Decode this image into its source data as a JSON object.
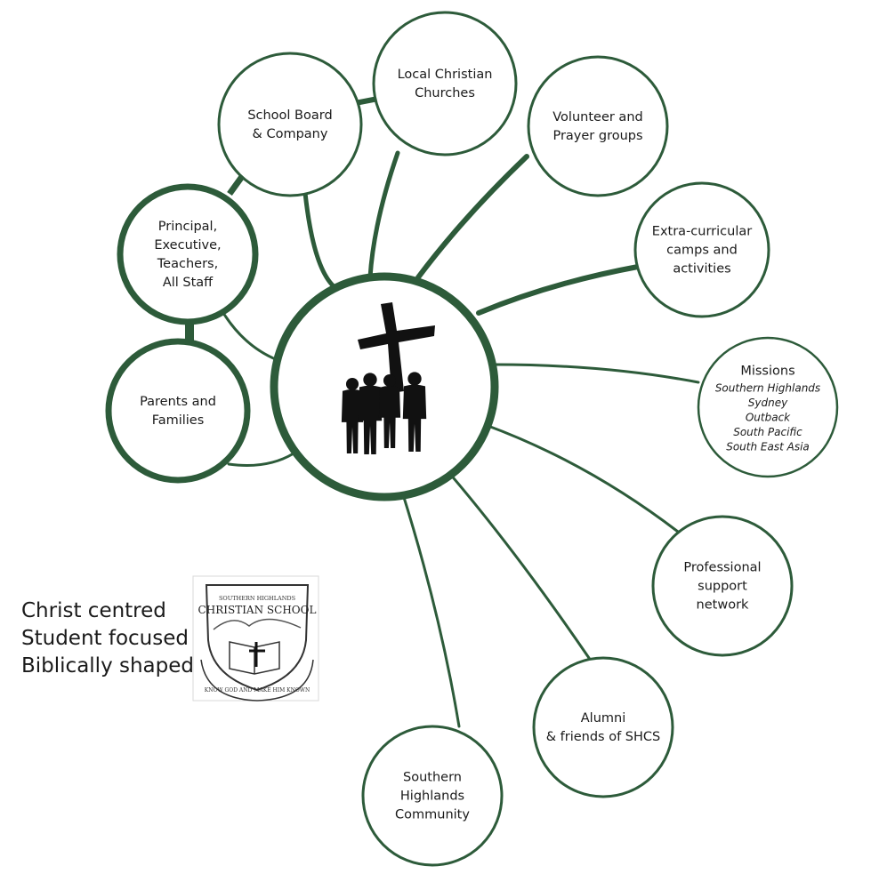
{
  "diagram": {
    "accent_color": "#2d5b3a",
    "center": {
      "icon": "cross-with-students-silhouette-icon"
    },
    "nodes": [
      {
        "id": "school-board",
        "lines": [
          "School Board",
          "& Company"
        ]
      },
      {
        "id": "local-churches",
        "lines": [
          "Local Christian",
          "Churches"
        ]
      },
      {
        "id": "volunteer",
        "lines": [
          "Volunteer and",
          "Prayer groups"
        ]
      },
      {
        "id": "extra-curricular",
        "lines": [
          "Extra-curricular",
          "camps and",
          "activities"
        ]
      },
      {
        "id": "missions",
        "lines": [
          "Missions"
        ],
        "sublines": [
          "Southern Highlands",
          "Sydney",
          "Outback",
          "South Pacific",
          "South East Asia"
        ]
      },
      {
        "id": "professional",
        "lines": [
          "Professional",
          "support",
          "network"
        ]
      },
      {
        "id": "alumni",
        "lines": [
          "Alumni",
          "& friends of SHCS"
        ]
      },
      {
        "id": "community",
        "lines": [
          "Southern",
          "Highlands",
          "Community"
        ]
      },
      {
        "id": "parents",
        "lines": [
          "Parents and",
          "Families"
        ]
      },
      {
        "id": "staff",
        "lines": [
          "Principal,",
          "Executive,",
          "Teachers,",
          "All Staff"
        ]
      }
    ]
  },
  "tagline": [
    "Christ centred",
    "Student focused",
    "Biblically shaped"
  ],
  "crest": {
    "top_text": "SOUTHERN HIGHLANDS",
    "name": "CHRISTIAN SCHOOL",
    "motto": "KNOW GOD AND MAKE HIM KNOWN",
    "icon": "school-crest-icon"
  }
}
